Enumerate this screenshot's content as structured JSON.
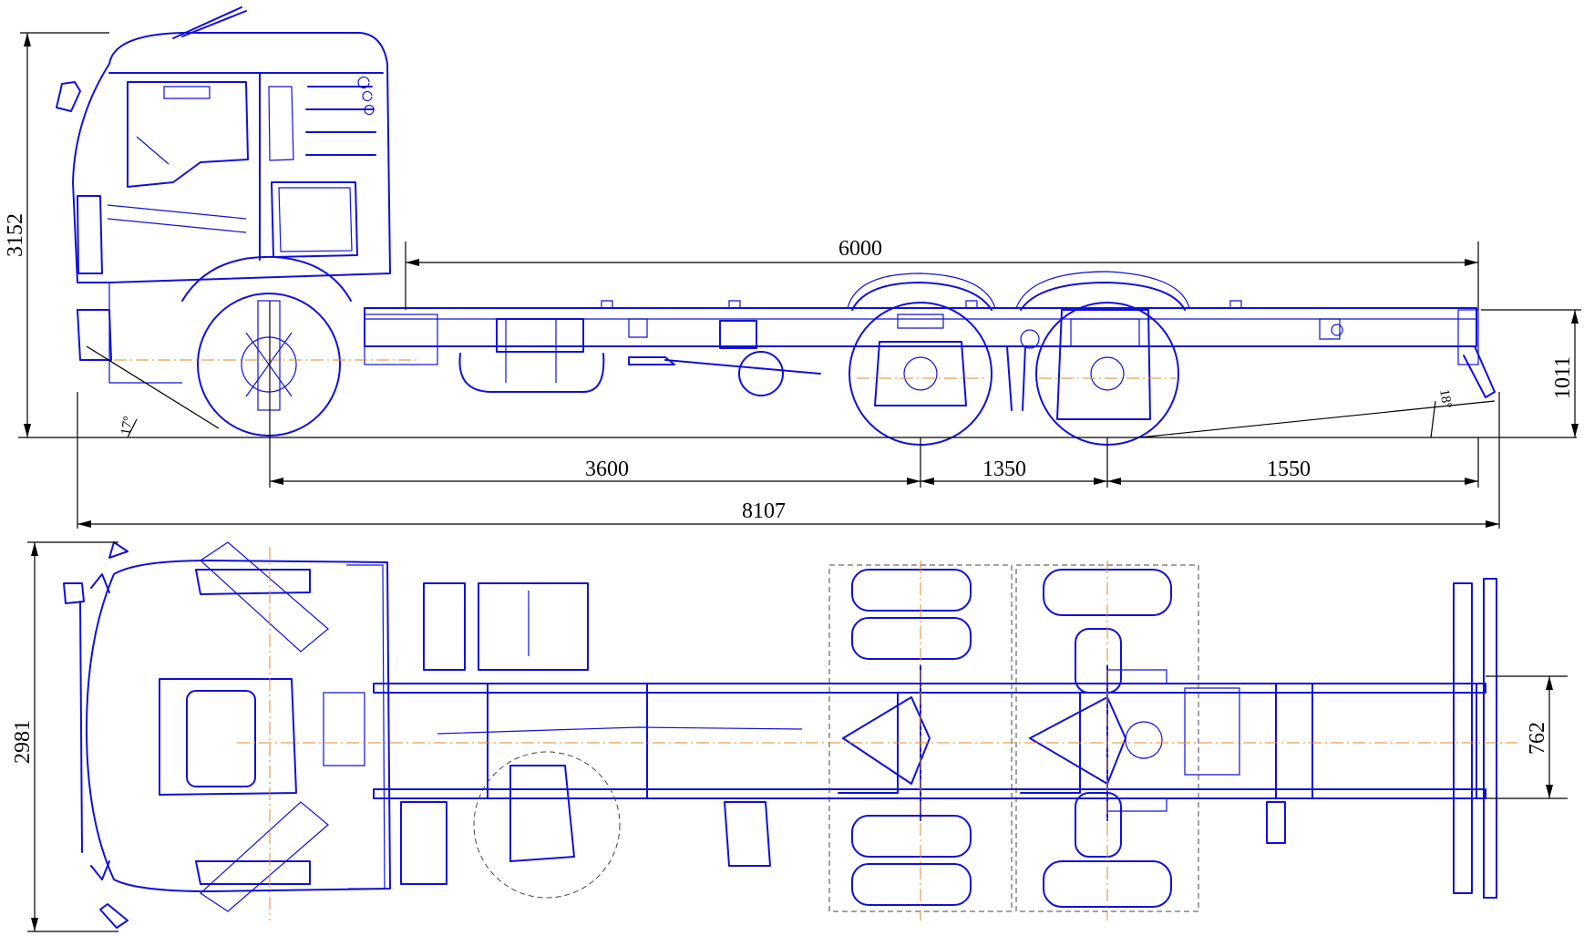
{
  "dimensions": {
    "overall_length": "8107",
    "front_to_first_rear": "3600",
    "rear_axle_spacing": "1350",
    "rear_overhang": "1550",
    "frame_length": "6000",
    "height": "3152",
    "frame_height": "1011",
    "width": "2981",
    "frame_width": "762",
    "approach_angle": "17°",
    "departure_angle": "18°"
  },
  "colors": {
    "drawing_line": "#1010d8",
    "center_line": "#e08a2a",
    "dimension_line": "#000000"
  }
}
